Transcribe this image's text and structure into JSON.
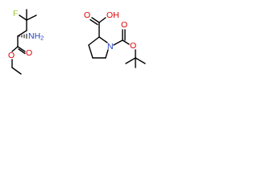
{
  "colors": {
    "bond": "#000000",
    "fluorine": "#9acd32",
    "nitrogen": "#1f3fbf",
    "oxygen": "#e00000"
  },
  "molecule_left": {
    "atoms": {
      "fluorine": "F",
      "amine": "NH2",
      "carbonyl_oxygen": "O",
      "ester_oxygen": "O"
    }
  },
  "molecule_right": {
    "atoms": {
      "carboxyl_hydroxyl": "OH",
      "carboxyl_oxygen": "O",
      "ring_nitrogen": "N",
      "carbamate_carbonyl_oxygen": "O",
      "carbamate_ester_oxygen": "O"
    }
  }
}
